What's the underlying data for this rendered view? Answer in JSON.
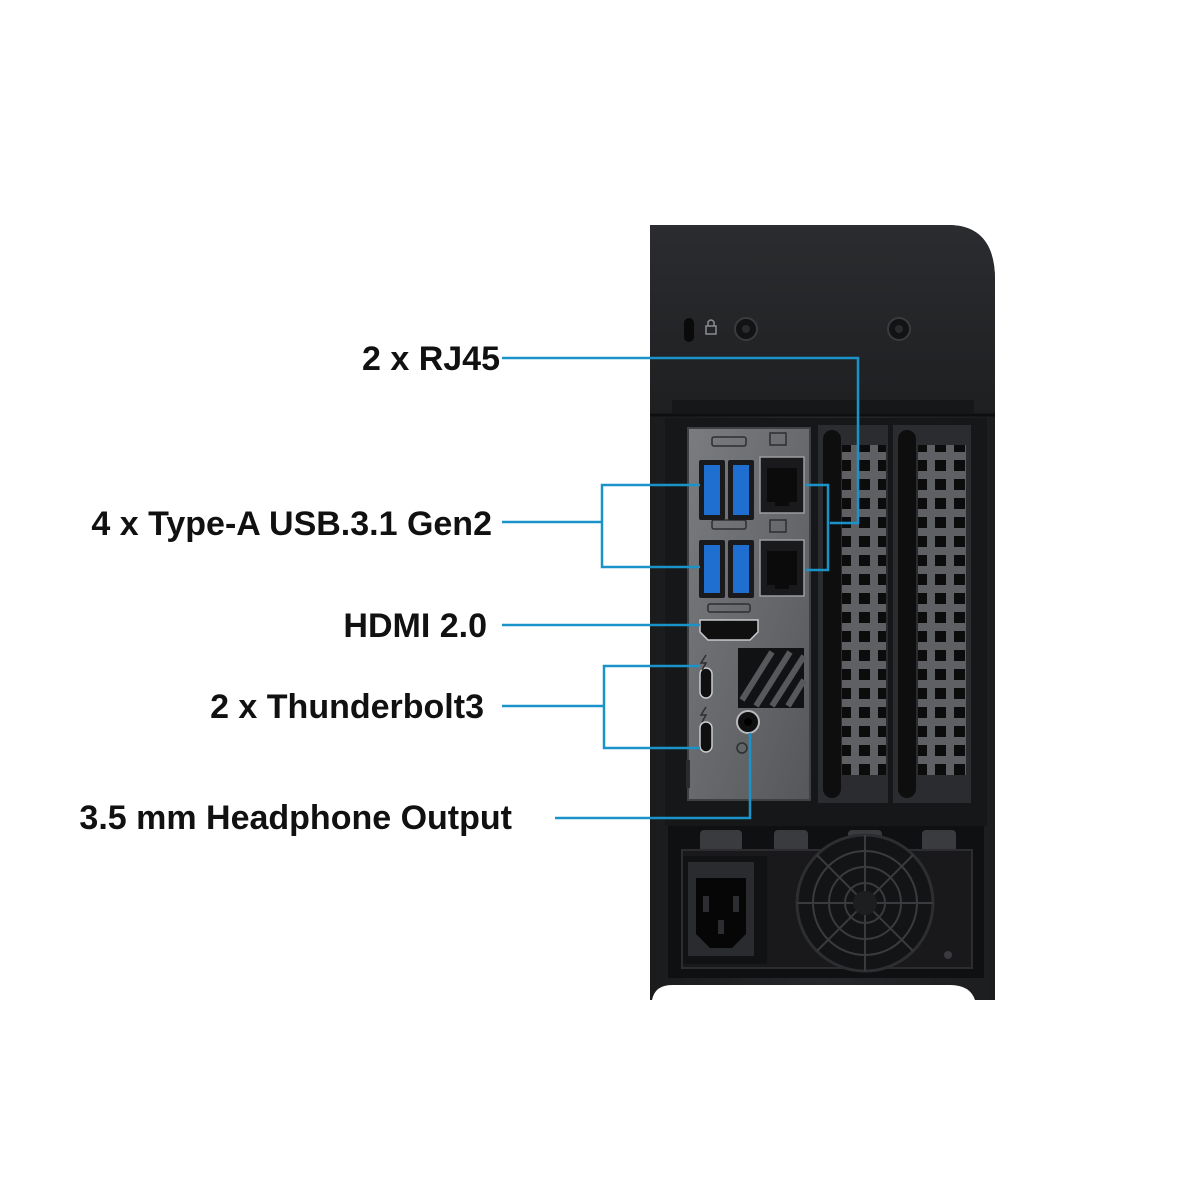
{
  "callouts": {
    "rj45": "2 x RJ45",
    "usb": "4 x Type-A USB.3.1 Gen2",
    "hdmi": "HDMI 2.0",
    "thunderbolt": "2 x Thunderbolt3",
    "headphone": "3.5 mm Headphone Output"
  },
  "colors": {
    "accent": "#1a93c9",
    "chassis": "#1f2022",
    "chassis_dark": "#141516",
    "io_plate": "#6d6f73",
    "usb_blue": "#1e6fd0"
  },
  "icons": {
    "lock": "lock-icon",
    "thunderbolt": "lightning-bolt-icon",
    "headphone": "headphone-icon",
    "network": "network-icon",
    "usb": "usb-ss-icon"
  }
}
